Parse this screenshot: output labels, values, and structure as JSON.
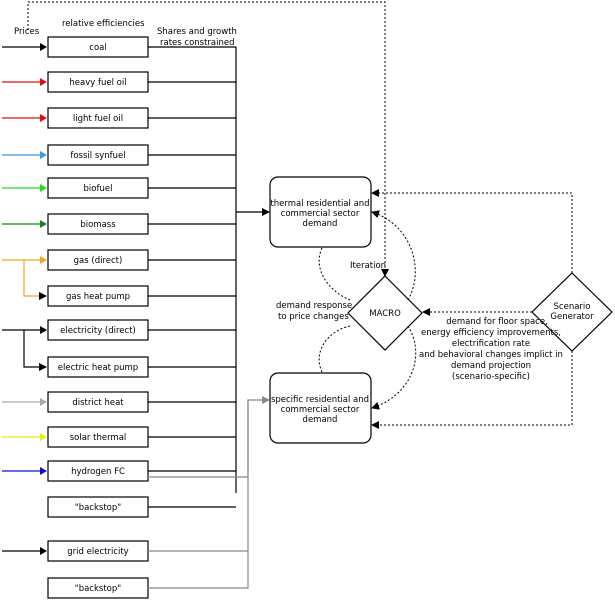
{
  "labels": {
    "prices": "Prices",
    "relative_efficiencies": "relative efficiencies",
    "shares_line1": "Shares and growth",
    "shares_line2": "rates constrained",
    "iteration": "Iteration",
    "demand_response_line1": "demand response",
    "demand_response_line2": "to price changes"
  },
  "fuels": [
    {
      "label": "coal",
      "color": "#000000"
    },
    {
      "label": "heavy fuel oil",
      "color": "#dd1111"
    },
    {
      "label": "light fuel oil",
      "color": "#dd1111"
    },
    {
      "label": "fossil synfuel",
      "color": "#3399ee"
    },
    {
      "label": "biofuel",
      "color": "#22dd22"
    },
    {
      "label": "biomass",
      "color": "#118811"
    },
    {
      "label": "gas (direct)",
      "color": "#f5a623"
    },
    {
      "label": "gas heat pump",
      "color": "#f5a623"
    },
    {
      "label": "electricity (direct)",
      "color": "#000000"
    },
    {
      "label": "electric heat pump",
      "color": "#000000"
    },
    {
      "label": "district heat",
      "color": "#aaaaaa"
    },
    {
      "label": "solar thermal",
      "color": "#eeee11"
    },
    {
      "label": "hydrogen FC",
      "color": "#1111cc"
    },
    {
      "label": "\"backstop\"",
      "color": "#000000"
    }
  ],
  "specific": [
    {
      "label": "grid electricity",
      "color": "#000000"
    },
    {
      "label": "\"backstop\"",
      "color": "#000000"
    }
  ],
  "demand_boxes": {
    "thermal": [
      "thermal residential and",
      "commercial sector",
      "demand"
    ],
    "specific": [
      "specific residential and",
      "commercial sector",
      "demand"
    ]
  },
  "macro": "MACRO",
  "scenario": [
    "Scenario",
    "Generator"
  ],
  "scenario_note": [
    "demand for floor space,",
    "energy efficiency improvements,",
    "electrification rate",
    "and behavioral changes implict in",
    "demand projection",
    "(scenario-specific)"
  ]
}
